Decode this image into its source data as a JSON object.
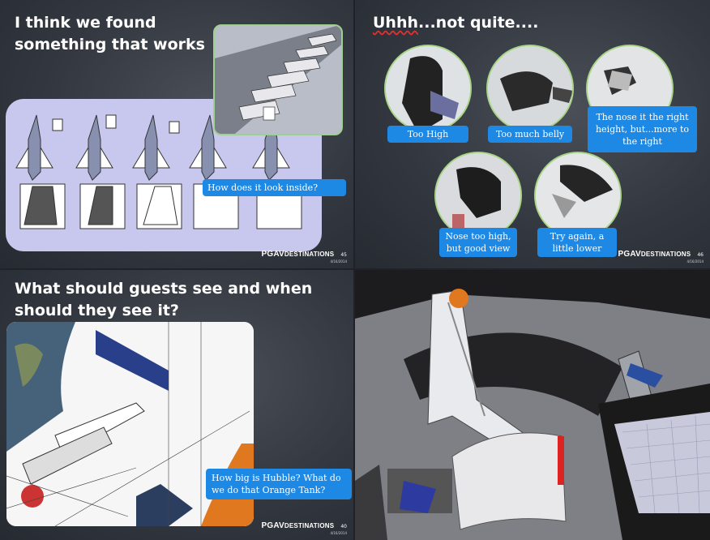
{
  "slides": {
    "s1": {
      "title": "I think we found something that works",
      "callout": "How does it look inside?",
      "brand": "PGAV",
      "brand_suffix": "DESTINATIONS",
      "page": "45",
      "date": "4/16/2014"
    },
    "s2": {
      "title_prefix": "Uhhh",
      "title_rest": "...not quite....",
      "callouts": [
        "Too High",
        "Too much belly",
        "The nose it the right height, but...more to the right",
        "Nose too high, but good view",
        "Try again, a little lower"
      ],
      "brand": "PGAV",
      "brand_suffix": "DESTINATIONS",
      "page": "46",
      "date": "4/16/2014"
    },
    "s3": {
      "title": "What should guests see and when should they see it?",
      "callout": "How big is Hubble?  What do we do that Orange Tank?",
      "brand": "PGAV",
      "brand_suffix": "DESTINATIONS",
      "page": "40",
      "date": "4/16/2014"
    }
  },
  "colors": {
    "callout_blue": "#1e88e5",
    "panel_lavender": "#c8c8ee",
    "circle_border": "#a8d486"
  }
}
